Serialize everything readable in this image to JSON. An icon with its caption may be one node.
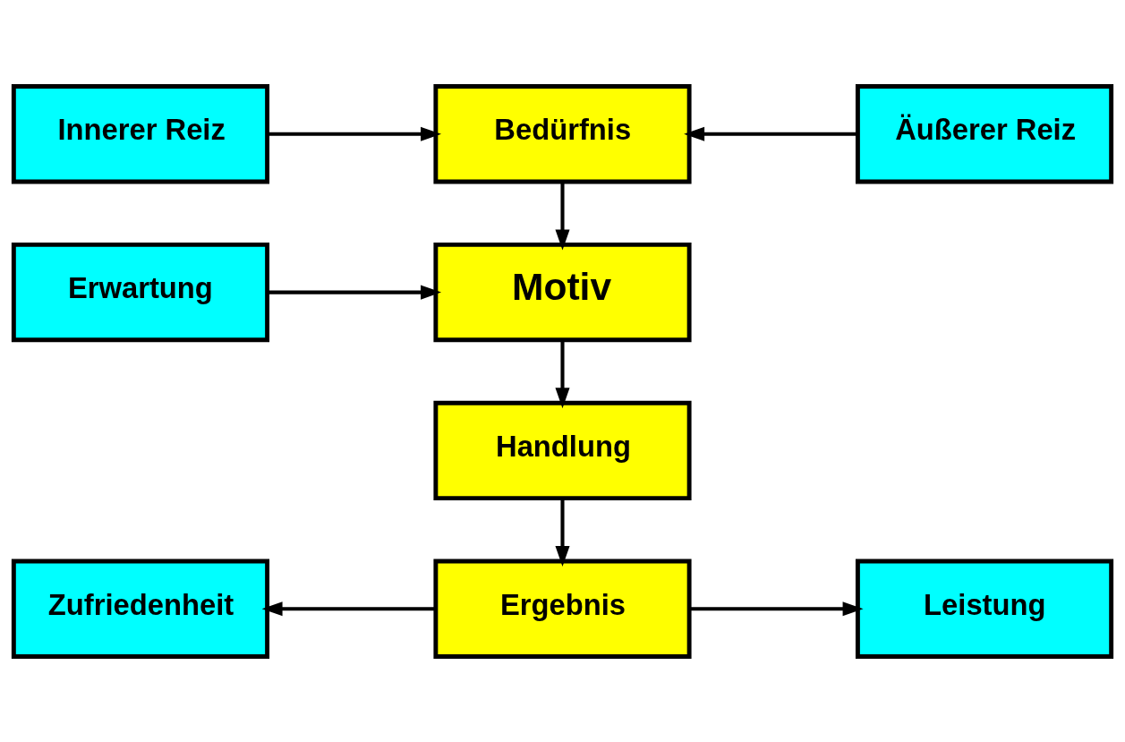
{
  "diagram": {
    "nodes": [
      {
        "text": [
          "Innerer Reiz"
        ]
      },
      {
        "text": [
          "Bedürfnis"
        ]
      },
      {
        "text": [
          "Äußerer Reiz"
        ]
      },
      {
        "text": [
          "Erwartung"
        ]
      },
      {
        "text": [
          "Motiv"
        ]
      },
      {
        "text": [
          "Handlung"
        ]
      },
      {
        "text": [
          "Zufriedenheit"
        ]
      },
      {
        "text": [
          "Ergebnis"
        ]
      },
      {
        "text": [
          "Leistung"
        ]
      }
    ],
    "edges": [
      {
        "from": 0,
        "to": 1,
        "arrow": "to"
      },
      {
        "from": 2,
        "to": 1,
        "arrow": "to"
      },
      {
        "from": 1,
        "to": 4,
        "arrow": "to"
      },
      {
        "from": 3,
        "to": 4,
        "arrow": "to"
      },
      {
        "from": 4,
        "to": 5,
        "arrow": "to"
      },
      {
        "from": 5,
        "to": 7,
        "arrow": "to"
      },
      {
        "from": 7,
        "to": 6,
        "arrow": "to"
      },
      {
        "from": 7,
        "to": 8,
        "arrow": "to"
      }
    ]
  }
}
